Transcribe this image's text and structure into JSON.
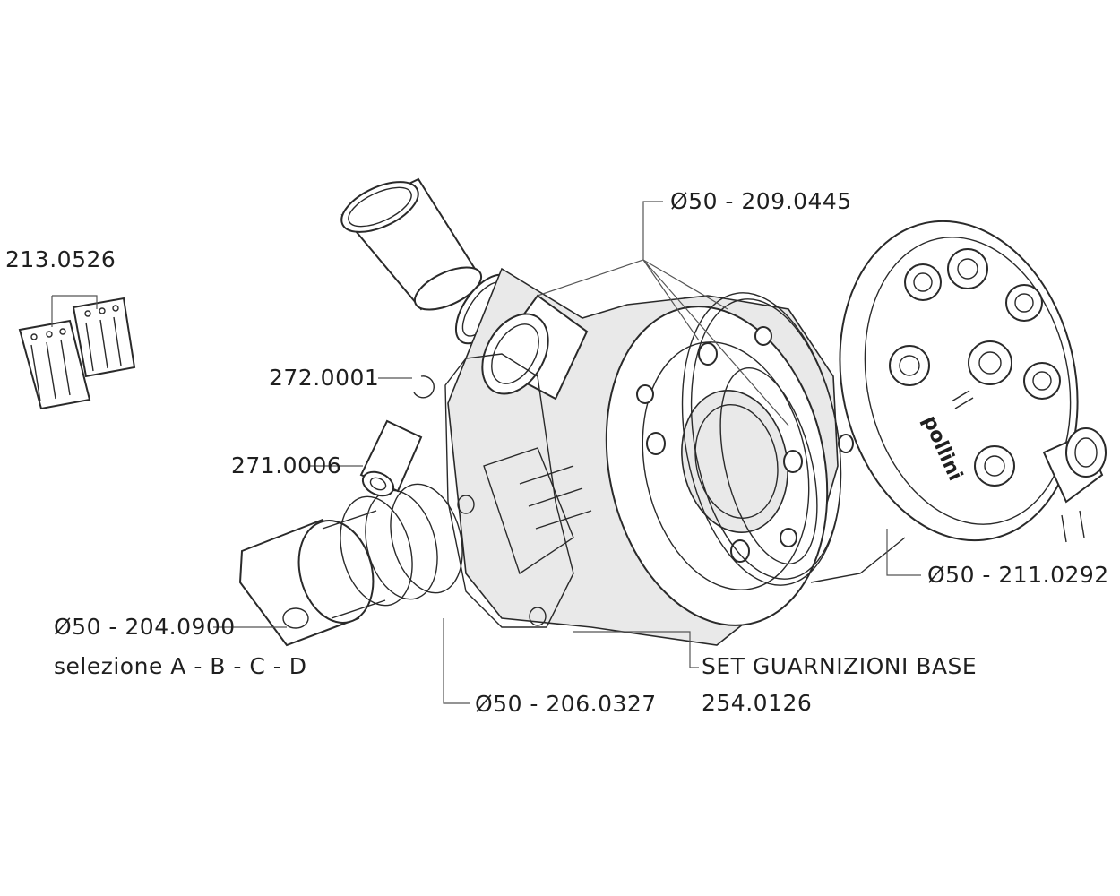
{
  "labels": {
    "reed_valve": "213.0526",
    "circlip": "272.0001",
    "piston_pin": "271.0006",
    "piston": "Ø50 - 204.0900",
    "piston_selection": "selezione A - B - C - D",
    "piston_rings": "Ø50 - 206.0327",
    "cylinder_gaskets": "Ø50 - 209.0445",
    "cylinder_head": "Ø50 - 211.0292",
    "base_gasket_set": "SET GUARNIZIONI BASE",
    "base_gasket_set_code": "254.0126"
  },
  "head_logo": "pollini"
}
